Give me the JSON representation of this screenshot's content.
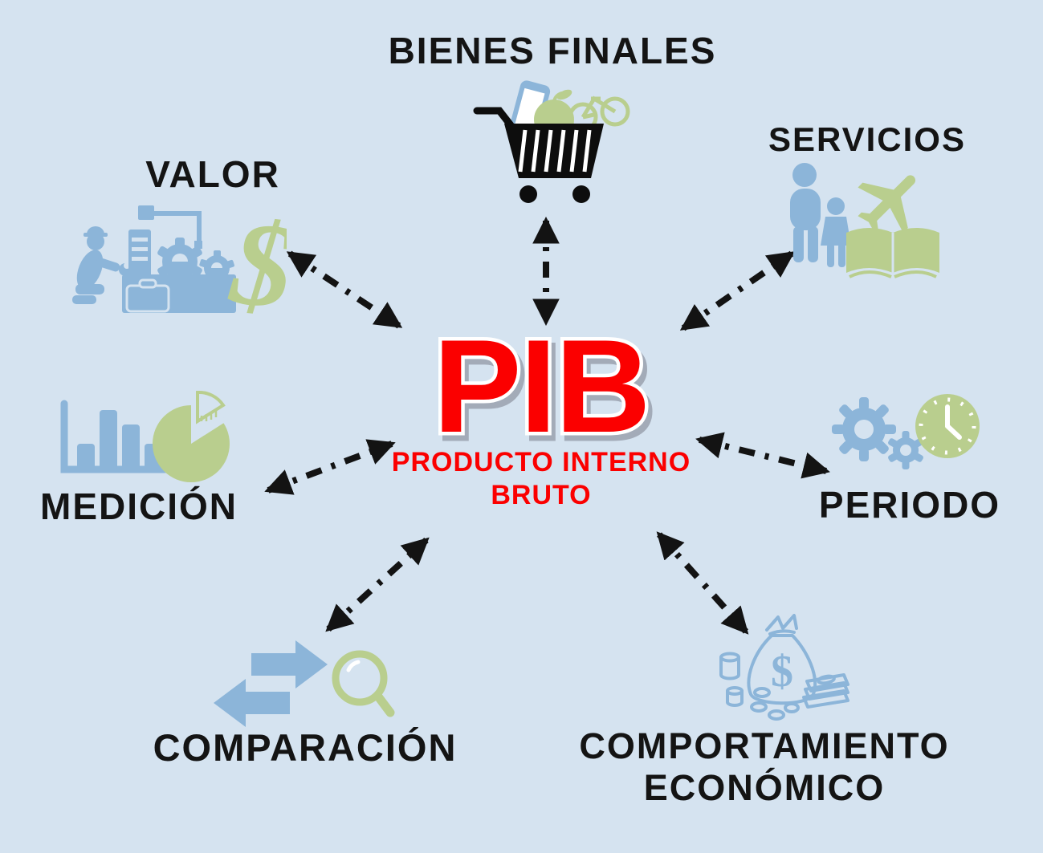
{
  "colors": {
    "background": "#d5e3f0",
    "icon_blue": "#8cb5d9",
    "icon_green": "#b9ce8e",
    "accent_red": "#fb0000",
    "text_black": "#141414"
  },
  "center": {
    "acronym": "PIB",
    "subtitle_lines": [
      "PRODUCTO INTERNO",
      "BRUTO"
    ]
  },
  "nodes": {
    "bienes_finales": {
      "label": "BIENES FINALES",
      "icon": "shopping-cart-with-phone-apple-bicycle"
    },
    "servicios": {
      "label": "SERVICIOS",
      "icon": "people-airplane-book"
    },
    "valor": {
      "label": "VALOR",
      "icon": "worker-factory-dollar",
      "dollar_glyph": "$"
    },
    "medicion": {
      "label": "MEDICIÓN",
      "icon": "bar-chart-pie-chart"
    },
    "periodo": {
      "label": "PERIODO",
      "icon": "gears-clock"
    },
    "comparacion": {
      "label": "COMPARACIÓN",
      "icon": "swap-arrows-magnifier"
    },
    "comportamiento_economico": {
      "label": "COMPORTAMIENTO ECONÓMICO",
      "icon": "money-bag-coins-bills",
      "dollar_glyph": "$"
    }
  }
}
